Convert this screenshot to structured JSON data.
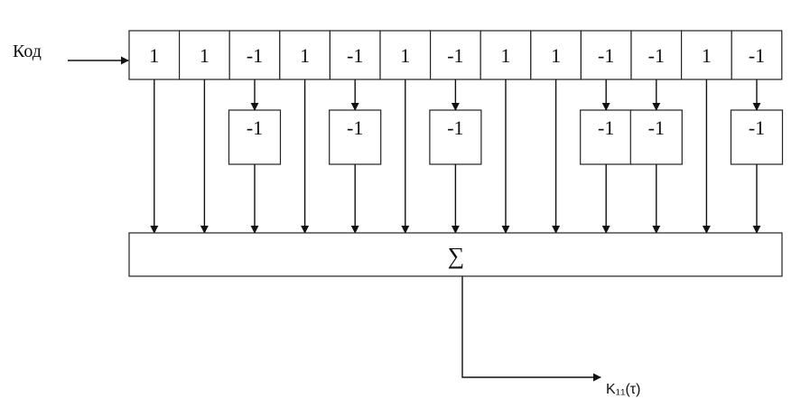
{
  "input_label": "Код",
  "code_cells": [
    "1",
    "1",
    "-1",
    "1",
    "-1",
    "1",
    "-1",
    "1",
    "1",
    "-1",
    "-1",
    "1",
    "-1"
  ],
  "inverter_label": "-1",
  "sum_symbol": "∑",
  "output_label": "K₁₁(τ)",
  "colors": {
    "line": "#111111",
    "box_border": "#222222",
    "background": "#ffffff"
  }
}
